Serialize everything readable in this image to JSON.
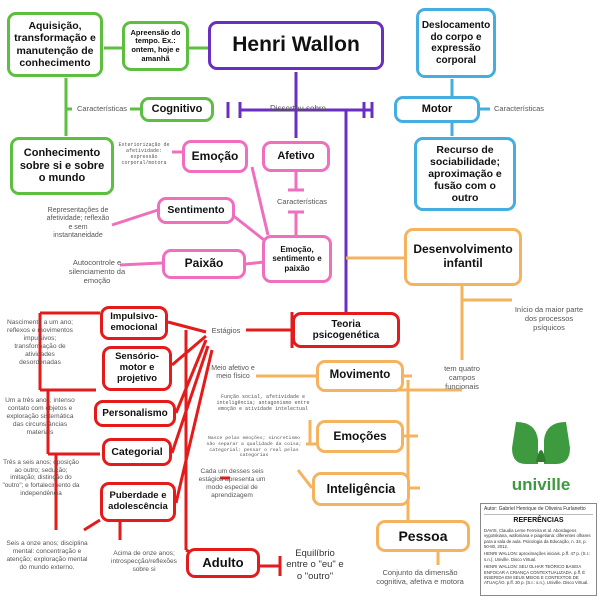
{
  "title": "Henri Wallon",
  "colors": {
    "green": "#5cbf40",
    "purple": "#6a2fc0",
    "blue": "#45aee0",
    "pink": "#ef6fbe",
    "orange": "#f5b35f",
    "red": "#e31b1b"
  },
  "nodes": {
    "aquisicao": "Aquisição, transformação e manutenção de conhecimento",
    "apreensao": "Apreensão do tempo. Ex.: ontem, hoje e amanhã",
    "deslocamento": "Deslocamento do corpo e expressão corporal",
    "cognitivo": "Cognitivo",
    "motor": "Motor",
    "conhecimento": "Conhecimento sobre si e sobre o mundo",
    "recurso": "Recurso de sociabilidade; aproximação e fusão com o outro",
    "emocao": "Emoção",
    "afetivo": "Afetivo",
    "sentimento": "Sentimento",
    "paixao": "Paixão",
    "esp": "Emoção, sentimento e paixão",
    "desenvolvimento": "Desenvolvimento infantil",
    "impulsivo": "Impulsivo-emocional",
    "sensorio": "Sensório-motor e projetivo",
    "personalismo": "Personalismo",
    "categorial": "Categorial",
    "puberdade": "Puberdade e adolescência",
    "teoria": "Teoria psicogenética",
    "movimento": "Movimento",
    "emocoes": "Emoções",
    "inteligencia": "Inteligência",
    "pessoa": "Pessoa",
    "adulto": "Adulto"
  },
  "labels": {
    "caract_left": "Características",
    "caract_right": "Características",
    "dissertou": "Dissertou sobre",
    "caract_mid": "Características",
    "exteriorizacao": "Exteriorização de afetividade: expressão corporal/motora",
    "representacoes": "Representações de afetividade; reflexão e sem instantaneidade",
    "autocontrole": "Autocontrole e silenciamento da emoção",
    "inicio": "Início da maior parte dos processos psíquicos",
    "estagios": "Estágios",
    "tem_quatro": "tem quatro campos funcionais",
    "nascimento": "Nascimento a um ano; reflexos e movimentos impulsivos; transformação de atividades desordenadas",
    "um_tres": "Um a três anos; intenso contato com objetos e exploração sistemática das circunstâncias materiais",
    "tres_seis": "Três a seis anos; oposição ao outro; sedução; imitação; distinção do \"outro\"; e fortalecimento da independência",
    "seis_onze": "Seis a onze anos; disciplina mental: concentração e atenção; exploração mental do mundo externo.",
    "acima_onze": "Acima de onze anos; introspecção/reflexões sobre si",
    "cada_um": "Cada um desses seis estágios apresenta um modo especial de aprendizagem",
    "meio_afetivo": "Meio afetivo e meio físico",
    "funcao_social": "Função social, afetividade e inteligência; antagonismo entre emoção e atividade intelectual",
    "nasce_pelas": "Nasce pelas emoções; sincretismo não separar a qualidade da coisa; categorial: pensar o real pelas categorias",
    "equilibrio": "Equilíbrio entre o \"eu\" e o \"outro\"",
    "conjunto": "Conjunto da dimensão cognitiva, afetiva e motora"
  },
  "logo": {
    "text": "univille"
  },
  "references": {
    "author": "Autor: Gabriel Henrique de Oliveira Furlanetto",
    "heading": "REFERÊNCIAS",
    "item1": "DAVIS, Claudia Leme Ferreira et al. Abordagens vygotskiana, walloniana e piagetiana: diferentes olhares para a sala de aula. Psicologia da Educação, n. 34, p. 50-80, 2012.",
    "item2": "HENRI WALLON: aproximações iniciais. p.ff. 47 p. (S.I.: s.n.), Univille. Disco Virtual.",
    "item3": "HENRI WALLON: SEU OLHAR TEÓRICO BASEIA ENFOCAR A CRIANÇA CONTEXTUALIZADA. p.ff. É INSERIDA EM SEUS MEIOS E CONTEXTOS DE ATUAÇÃO. p.ff. 30 p. (S.I.: s.n.), Univille. Disco Virtual."
  }
}
